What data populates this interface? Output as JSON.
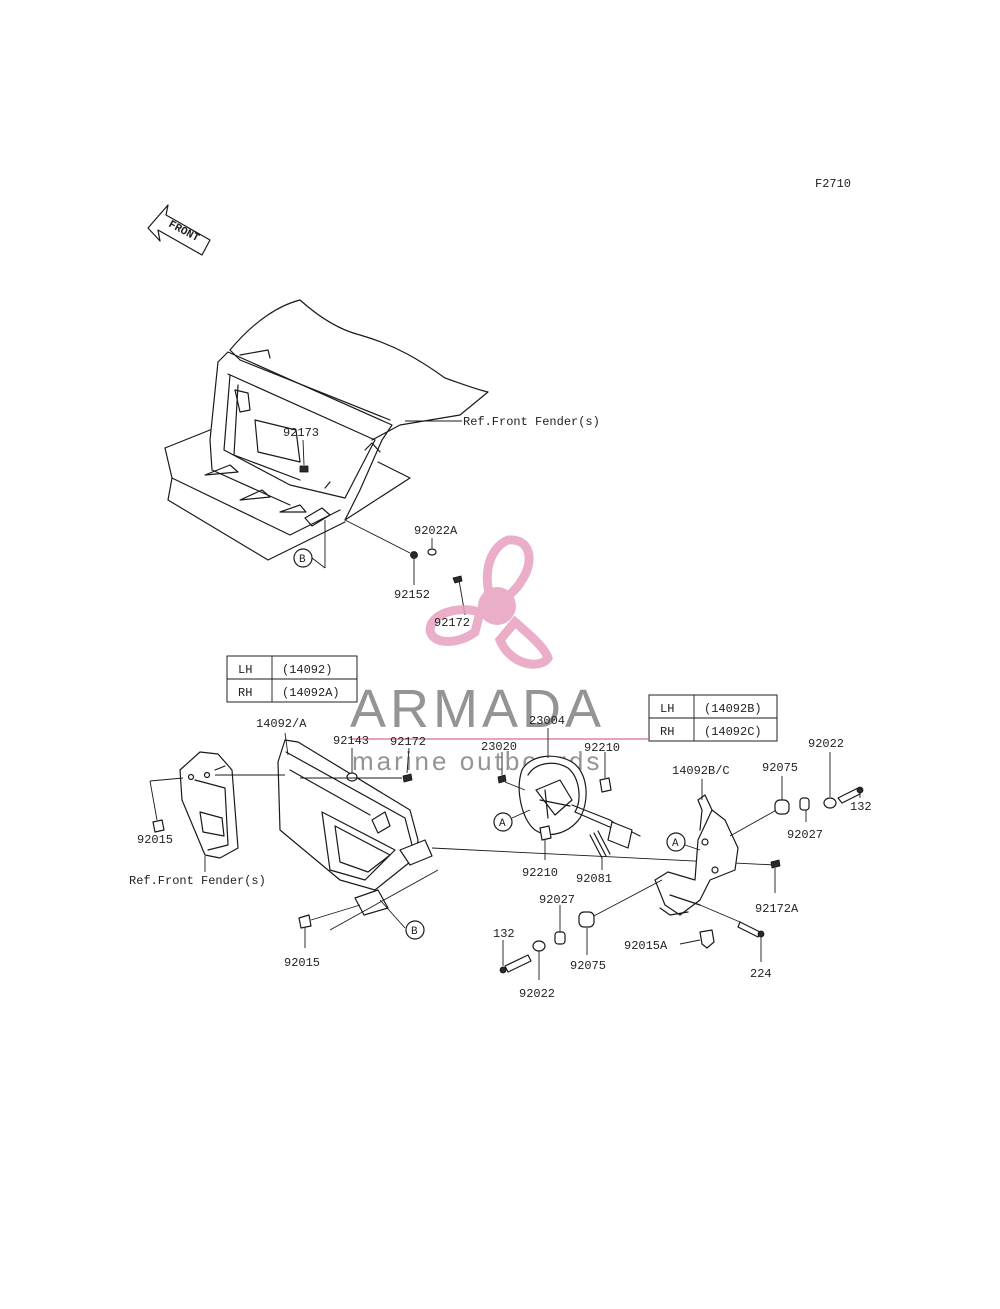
{
  "figure_code": "F2710",
  "front_arrow_text": "FRONT",
  "watermark": {
    "brand": "ARMADA",
    "tagline": "marine outboards",
    "color": "#e8a0c0"
  },
  "tables": {
    "left": {
      "rows": [
        {
          "side": "LH",
          "part": "(14092)"
        },
        {
          "side": "RH",
          "part": "(14092A)"
        }
      ]
    },
    "right": {
      "rows": [
        {
          "side": "LH",
          "part": "(14092B)"
        },
        {
          "side": "RH",
          "part": "(14092C)"
        }
      ]
    }
  },
  "refs": {
    "front_fender_top": "Ref.Front Fender(s)",
    "front_fender_left": "Ref.Front Fender(s)"
  },
  "markers": {
    "a": "A",
    "b": "B"
  },
  "part_labels": {
    "p92173": "92173",
    "p92022A": "92022A",
    "p92152": "92152",
    "p92172_top": "92172",
    "p14092A": "14092/A",
    "p92143": "92143",
    "p92172_mid": "92172",
    "p23004": "23004",
    "p23020": "23020",
    "p92210_top": "92210",
    "p14092BC": "14092B/C",
    "p92075_top": "92075",
    "p92022_top": "92022",
    "p132_top": "132",
    "p92027_top": "92027",
    "p92015_left": "92015",
    "p92210_bottom": "92210",
    "p92081": "92081",
    "p92172A": "92172A",
    "p92027_bottom": "92027",
    "p132_bottom": "132",
    "p92075_bottom": "92075",
    "p92015A": "92015A",
    "p224": "224",
    "p92022_bottom": "92022",
    "p92015_bottom": "92015"
  }
}
